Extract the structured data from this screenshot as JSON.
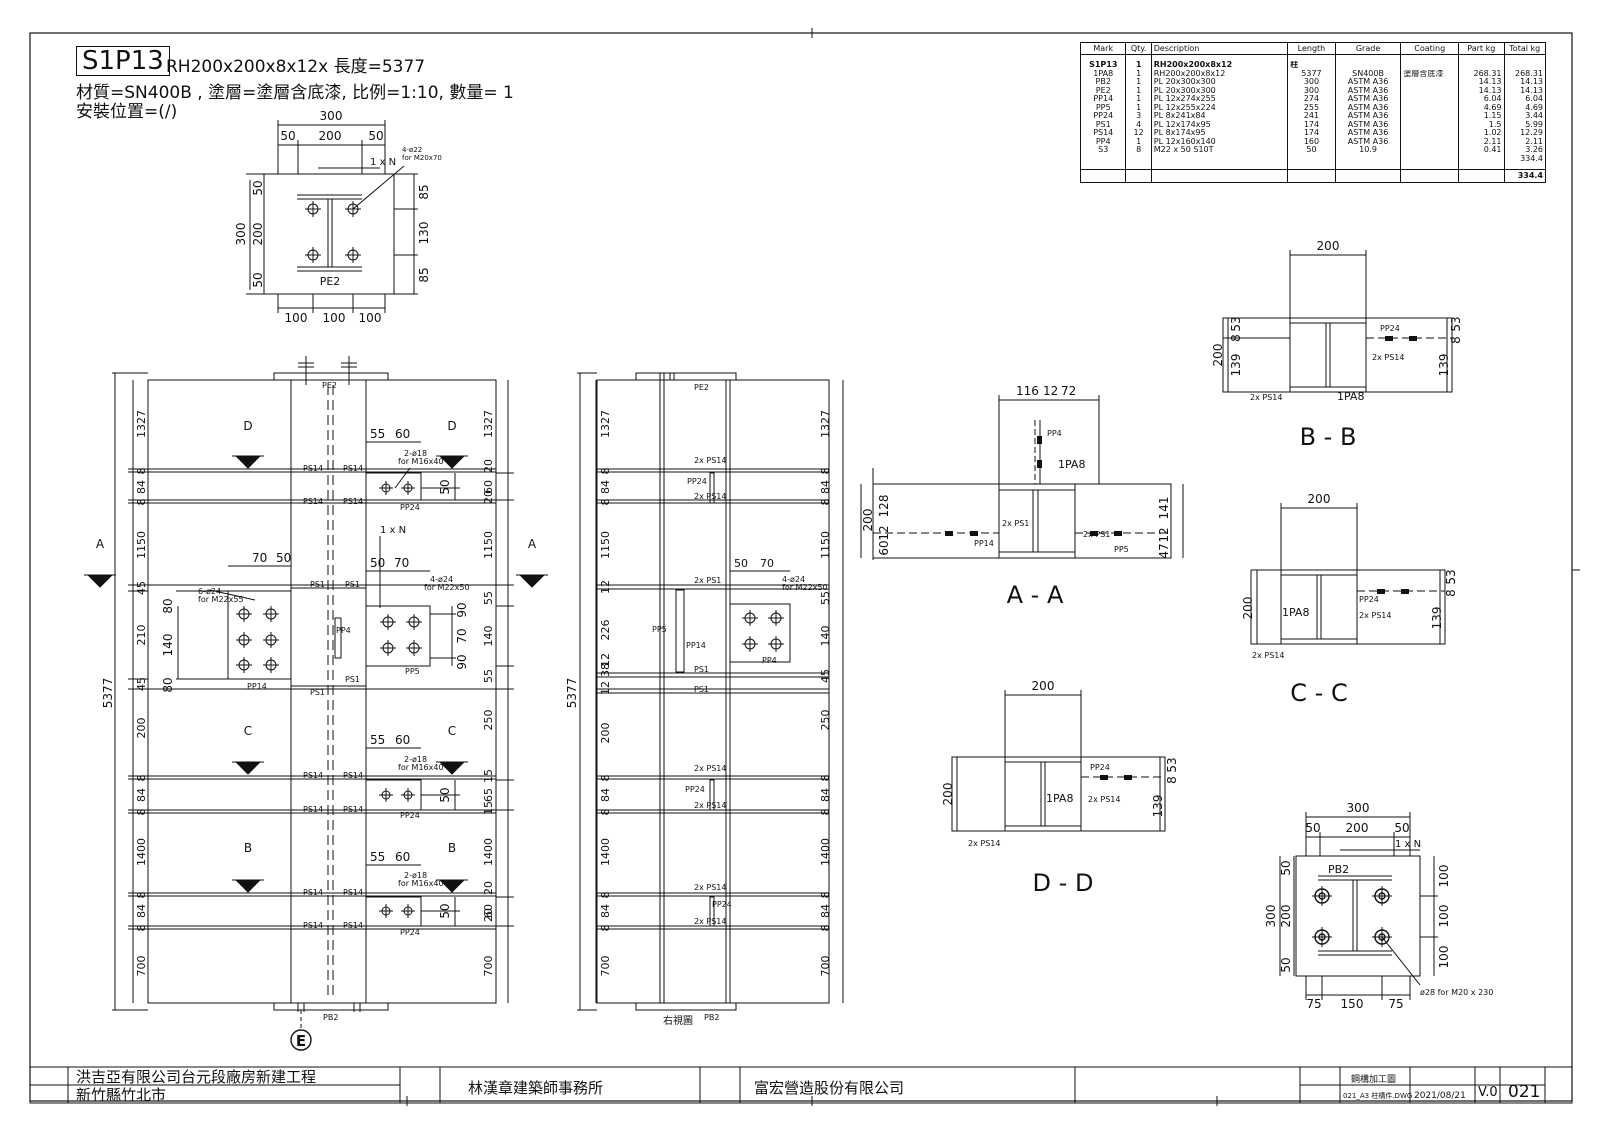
{
  "header": {
    "mark": "S1P13",
    "section_line": "RH200x200x8x12x 長度=5377",
    "material_line": "材質=SN400B , 塗層=塗層含底漆, 比例=1:10, 數量=   1",
    "location_line": "安裝位置=(/)"
  },
  "material_table": {
    "headers": [
      "Mark",
      "Qty.",
      "Description",
      "Length",
      "Grade",
      "Coating",
      "Part kg",
      "Total kg"
    ],
    "main": {
      "mark": "S1P13",
      "qty": "1",
      "description": "RH200x200x8x12",
      "length": "柱"
    },
    "rows": [
      {
        "mark": "1PA8",
        "qty": "1",
        "description": "RH200x200x8x12",
        "length": "5377",
        "grade": "SN400B",
        "coating": "塗層含底漆",
        "part_kg": "268.31",
        "total_kg": "268.31"
      },
      {
        "mark": "PB2",
        "qty": "1",
        "description": "PL 20x300x300",
        "length": "300",
        "grade": "ASTM A36",
        "coating": "",
        "part_kg": "14.13",
        "total_kg": "14.13"
      },
      {
        "mark": "PE2",
        "qty": "1",
        "description": "PL 20x300x300",
        "length": "300",
        "grade": "ASTM A36",
        "coating": "",
        "part_kg": "14.13",
        "total_kg": "14.13"
      },
      {
        "mark": "PP14",
        "qty": "1",
        "description": "PL 12x274x255",
        "length": "274",
        "grade": "ASTM A36",
        "coating": "",
        "part_kg": "6.04",
        "total_kg": "6.04"
      },
      {
        "mark": "PP5",
        "qty": "1",
        "description": "PL 12x255x224",
        "length": "255",
        "grade": "ASTM A36",
        "coating": "",
        "part_kg": "4.69",
        "total_kg": "4.69"
      },
      {
        "mark": "PP24",
        "qty": "3",
        "description": "PL 8x241x84",
        "length": "241",
        "grade": "ASTM A36",
        "coating": "",
        "part_kg": "1.15",
        "total_kg": "3.44"
      },
      {
        "mark": "PS1",
        "qty": "4",
        "description": "PL 12x174x95",
        "length": "174",
        "grade": "ASTM A36",
        "coating": "",
        "part_kg": "1.5",
        "total_kg": "5.99"
      },
      {
        "mark": "PS14",
        "qty": "12",
        "description": "PL 8x174x95",
        "length": "174",
        "grade": "ASTM A36",
        "coating": "",
        "part_kg": "1.02",
        "total_kg": "12.29"
      },
      {
        "mark": "PP4",
        "qty": "1",
        "description": "PL 12x160x140",
        "length": "160",
        "grade": "ASTM A36",
        "coating": "",
        "part_kg": "2.11",
        "total_kg": "2.11"
      },
      {
        "mark": "S3",
        "qty": "8",
        "description": "M22 x 50 S10T",
        "length": "50",
        "grade": "10.9",
        "coating": "",
        "part_kg": "0.41",
        "total_kg": "3.26"
      }
    ],
    "subtotal": "334.4",
    "grand_total": "334.4"
  },
  "sections": {
    "aa": "A - A",
    "bb": "B - B",
    "cc": "C - C",
    "dd": "D - D",
    "side_view": "右視圖",
    "grid_marker": "E"
  },
  "dims": {
    "top_plate": {
      "w": "300",
      "w1": "50",
      "w2": "200",
      "w3": "50",
      "h": "300",
      "h1": "50",
      "h2": "200",
      "h3": "50",
      "r1": "85",
      "r2": "130",
      "r3": "85",
      "b1": "100",
      "b2": "100",
      "b3": "100",
      "label": "PE2",
      "bolt_note": "4-ø22",
      "bolt_note2": "for M20x70",
      "north": "1 x N"
    },
    "elev_left": [
      "1327",
      "8",
      "84",
      "8",
      "1150",
      "45",
      "210",
      "45",
      "200",
      "8",
      "84",
      "8",
      "1400",
      "8",
      "84",
      "8",
      "700"
    ],
    "elev_total": "5377",
    "elev_right": [
      "1327",
      "20",
      "60",
      "20",
      "1150",
      "55",
      "140",
      "55",
      "250",
      "15",
      "65",
      "15",
      "1400",
      "20",
      "60",
      "20",
      "700"
    ],
    "side_left": [
      "1327",
      "8",
      "84",
      "8",
      "1150",
      "12",
      "226",
      "12",
      "38",
      "12",
      "200",
      "8",
      "84",
      "8",
      "1400",
      "8",
      "84",
      "8",
      "700"
    ],
    "side_right": [
      "1327",
      "8",
      "84",
      "8",
      "1150",
      "55",
      "140",
      "45",
      "250",
      "8",
      "84",
      "8",
      "1400",
      "8",
      "84",
      "8",
      "700"
    ],
    "aa": {
      "t1": "116",
      "t2": "12",
      "t3": "72",
      "h": "200",
      "l1": "128",
      "l2": "12",
      "l3": "60",
      "r1": "141",
      "r2": "12",
      "r3": "47"
    },
    "bb": {
      "w": "200",
      "h": "200",
      "l1": "53",
      "l2": "8",
      "l3": "139",
      "r1": "53",
      "r2": "8",
      "r3": "139"
    },
    "cc": {
      "w": "200",
      "h": "200",
      "r1": "53",
      "r2": "8",
      "r3": "139"
    },
    "dd": {
      "w": "200",
      "h": "200",
      "r1": "53",
      "r2": "8",
      "r3": "139"
    },
    "base": {
      "w": "300",
      "w1": "50",
      "w2": "200",
      "w3": "50",
      "h": "300",
      "h1": "50",
      "h2": "200",
      "h3": "50",
      "r1": "100",
      "r2": "100",
      "r3": "100",
      "b1": "75",
      "b2": "150",
      "b3": "75",
      "label": "PB2",
      "anchor": "ø28 for M20 x 230",
      "north": "1 x N"
    },
    "conn": {
      "c1": "55",
      "c2": "60",
      "hole": "2-ø18",
      "hole2": "for M16x40",
      "d1": "50",
      "d2": "70",
      "hole4": "4-ø24",
      "hole42": "for M22x50",
      "hole6": "6-ø24",
      "hole62": "for M22x55",
      "e1": "70",
      "e2": "50",
      "v1": "90",
      "v2": "70",
      "v3": "90",
      "v4": "80",
      "v5": "140",
      "v6": "80",
      "n1": "50",
      "n2": "70"
    }
  },
  "labels": {
    "ps14": "PS14",
    "ps1": "PS1",
    "pp24": "PP24",
    "pp14": "PP14",
    "pp4": "PP4",
    "pp5": "PP5",
    "pe2": "PE2",
    "pb2": "PB2",
    "pa8": "1PA8",
    "two_ps14": "2x PS14",
    "two_ps1": "2x PS1",
    "sec_a": "A",
    "sec_b": "B",
    "sec_c": "C",
    "sec_d": "D",
    "north": "1 x N"
  },
  "title_block": {
    "project": "洪吉亞有限公司台元段廠房新建工程",
    "location": "新竹縣竹北市",
    "designer": "林漢章建築師事務所",
    "contractor": "富宏營造股份有限公司",
    "category": "鋼構加工圖",
    "file_name": "021_A3 柱構件.DWG",
    "date": "2021/08/21",
    "version": "V.0",
    "drawing_no": "021"
  }
}
